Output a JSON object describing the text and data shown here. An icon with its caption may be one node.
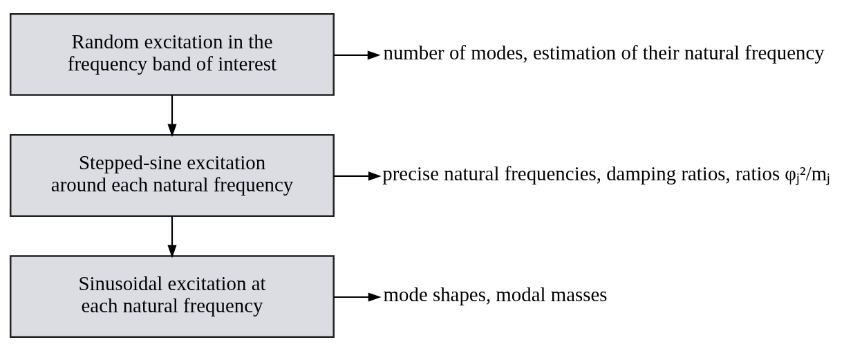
{
  "diagram": {
    "nodes": [
      {
        "text": [
          "Random excitation in the frequency band of interest"
        ]
      },
      {
        "text": [
          "number of modes, estimation of their natural frequency"
        ]
      },
      {
        "text": [
          "Stepped-sine excitation around each natural frequency"
        ]
      },
      {
        "text": [
          "precise natural frequencies, damping ratios, ratios φⱼ²/mⱼ"
        ]
      },
      {
        "text": [
          "Sinusoidal excitation at each natural frequency"
        ]
      },
      {
        "text": [
          "mode shapes, modal masses"
        ]
      }
    ],
    "edges": [
      {
        "from": 0,
        "to": 1,
        "arrow": "to"
      },
      {
        "from": 0,
        "to": 2,
        "arrow": "to"
      },
      {
        "from": 2,
        "to": 3,
        "arrow": "to"
      },
      {
        "from": 2,
        "to": 4,
        "arrow": "to"
      },
      {
        "from": 4,
        "to": 5,
        "arrow": "to"
      }
    ]
  }
}
